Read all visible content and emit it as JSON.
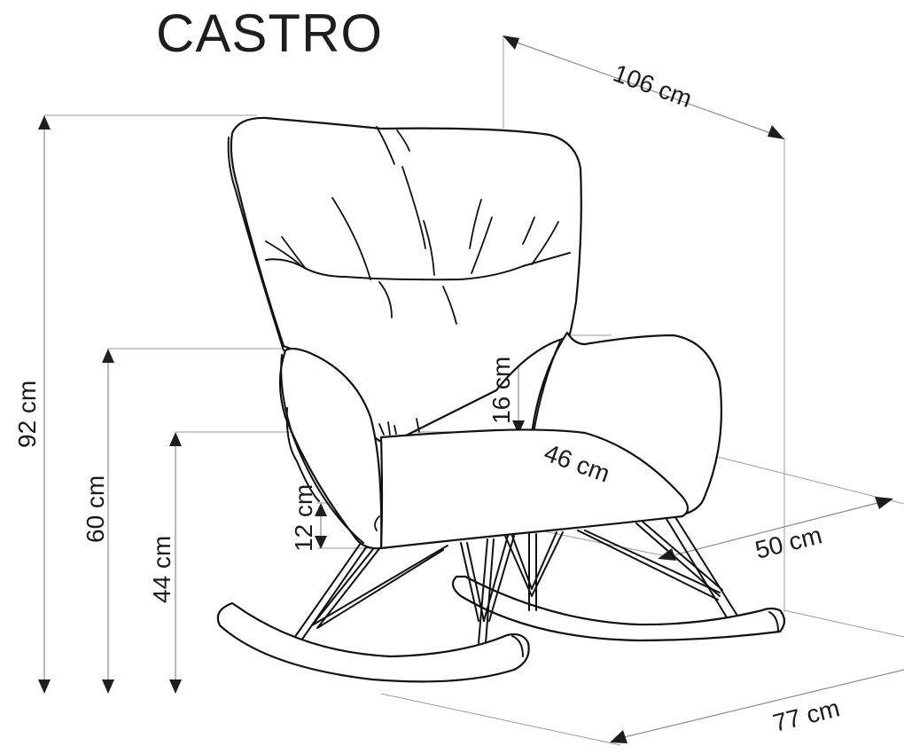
{
  "title": "CASTRO",
  "dimensions": {
    "overall_width": {
      "label": "106 cm",
      "value": 106,
      "unit": "cm"
    },
    "total_height": {
      "label": "92 cm",
      "value": 92,
      "unit": "cm"
    },
    "armrest_height": {
      "label": "60 cm",
      "value": 60,
      "unit": "cm"
    },
    "seat_height": {
      "label": "44 cm",
      "value": 44,
      "unit": "cm"
    },
    "armrest_above_seat": {
      "label": "16 cm",
      "value": 16,
      "unit": "cm"
    },
    "seat_depth": {
      "label": "46 cm",
      "value": 46,
      "unit": "cm"
    },
    "seat_thickness": {
      "label": "12 cm",
      "value": 12,
      "unit": "cm"
    },
    "seat_width": {
      "label": "50 cm",
      "value": 50,
      "unit": "cm"
    },
    "overall_depth": {
      "label": "77 cm",
      "value": 77,
      "unit": "cm"
    }
  },
  "colors": {
    "line_art": "#111111",
    "dimension_line": "#8c8c8c",
    "arrowhead": "#1e1e1e",
    "text": "#1a1a1a",
    "background": "#ffffff"
  }
}
